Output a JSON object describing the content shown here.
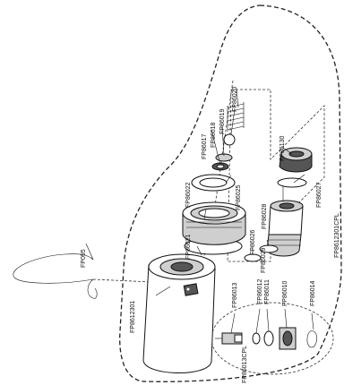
{
  "labels": {
    "fp095": "FP095",
    "fp8612301": "FP8612301",
    "fp86021": "FP86021",
    "fp86022": "FP86022",
    "fp86017": "FP86017",
    "fp86018": "FP86018",
    "fp86019": "FP86019",
    "fp86020": "FP86020",
    "fp86025": "FP86025",
    "fp86028": "FP86028",
    "fp86130": "FP86130",
    "fp86027": "FP86027",
    "fp86026": "FP86026",
    "fp86029": "FP86029",
    "fp8612301cpl": "FP8612301CPL",
    "fp86013": "FP86013",
    "fp86012": "FP86012",
    "fp86011": "FP86011",
    "fp86010": "FP86010",
    "fp86014": "FP86014",
    "fp86013cpl": "FP86013CPL"
  }
}
